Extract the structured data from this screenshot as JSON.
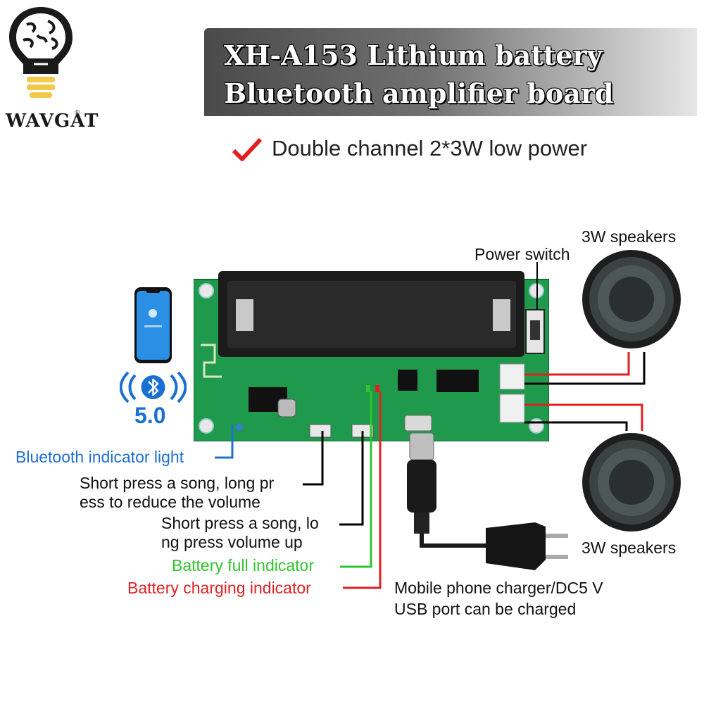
{
  "brand": {
    "name": "WAVGAT",
    "reg_mark": "®"
  },
  "header": {
    "title": "XH-A153 Lithium battery Bluetooth amplifier board",
    "feature": "Double channel 2*3W low power"
  },
  "bluetooth": {
    "version": "5.0"
  },
  "labels": {
    "speakers_top": "3W speakers",
    "speakers_bottom": "3W speakers",
    "power_switch": "Power switch",
    "bt_indicator": "Bluetooth indicator light",
    "prev_button": "Short press a song, long pr ess to reduce the volume",
    "next_button": "Short press a song, lo ng press volume up",
    "battery_full": "Battery full indicator",
    "battery_charging": "Battery charging indicator",
    "charger": "Mobile phone charger/DC5 V USB port can be charged"
  },
  "colors": {
    "pcb": "#1f9a4c",
    "bt_blue": "#1f6fd0",
    "full_green": "#2ec52e",
    "charge_red": "#e02020",
    "wire_black": "#000000"
  },
  "icons": [
    "lightbulb-brain-icon",
    "checkmark-icon",
    "smartphone-icon",
    "bluetooth-icon",
    "speaker-icon",
    "usb-plug-icon",
    "wall-charger-icon"
  ]
}
